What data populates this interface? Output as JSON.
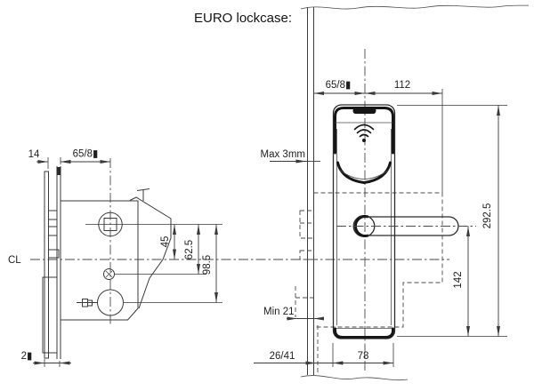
{
  "title": "EURO lockcase:",
  "colors": {
    "line": "#3a3a3a",
    "text": "#1f1f1f",
    "background": "#ffffff"
  },
  "left_view": {
    "description": "mortise lockcase side profile with faceplate, spindle hole, keyway and cylinder hole",
    "dims": {
      "faceplate_depth": "14",
      "backset": "65/8▮",
      "spindle_to_centerline": "45",
      "spindle_to_keyway": "62.5",
      "spindle_to_cylinder": "98.5",
      "centerline_label": "CL",
      "bottom_offset": "2▮"
    }
  },
  "right_view": {
    "description": "electronic hotel lock escutcheon with card reader, wifi indicator and lever handle on door edge",
    "dims": {
      "backset": "65/8▮",
      "top_width": "112",
      "door_gap": "Max 3mm",
      "min_edge_distance": "Min 21",
      "edge_to_escutcheon": "26/41",
      "escutcheon_width": "78",
      "handle_to_bottom": "142",
      "escutcheon_height": "292.5"
    }
  }
}
